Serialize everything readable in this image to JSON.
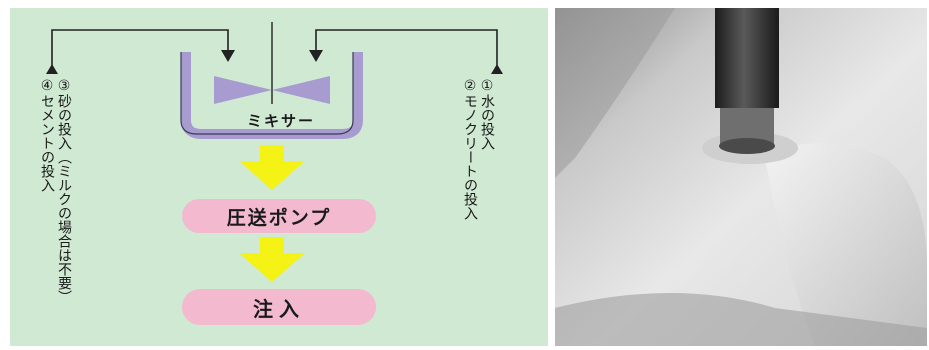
{
  "diagram": {
    "mixer_label": "ミキサー",
    "pump_label": "圧送ポンプ",
    "injection_label": "注入",
    "right_inputs": [
      "①水の投入",
      "②モノクリートの投入"
    ],
    "left_inputs": [
      "③砂の投入（ミルクの場合は不要）",
      "④セメントの投入"
    ],
    "colors": {
      "background": "#cfe9d3",
      "mixer": "#a79bd0",
      "arrow": "#f5f215",
      "pill": "#f2b9cf"
    }
  },
  "photo": {
    "description_icon": "grout-injection-nozzle-photo"
  }
}
